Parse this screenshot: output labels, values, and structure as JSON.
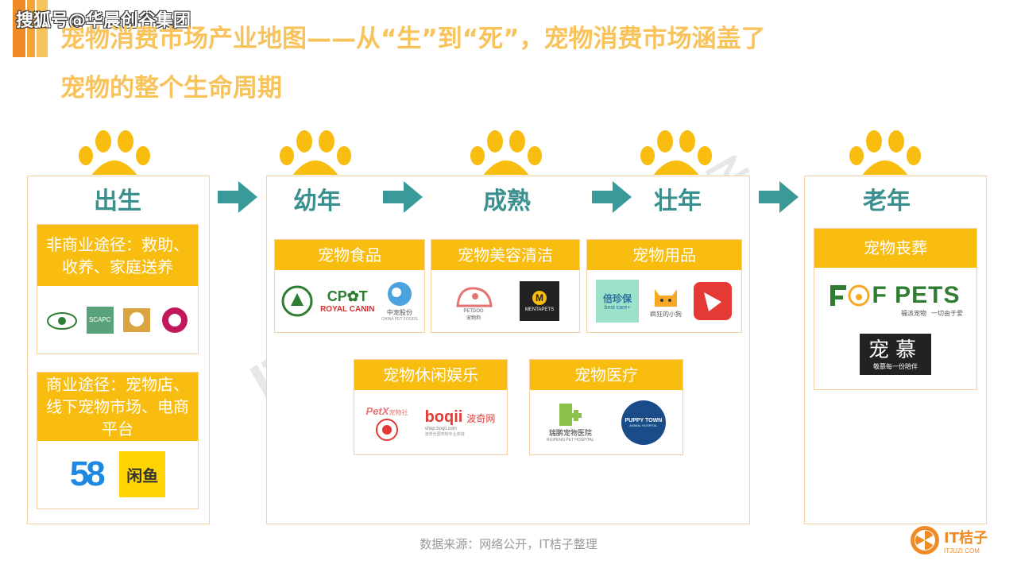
{
  "watermark_top": "搜狐号@华晨创谷集团",
  "title_line1": "宠物消费市场产业地图——从“生”到“死”，宠物消费市场涵盖了",
  "title_line2": "宠物的整个生命周期",
  "stages": [
    "出生",
    "幼年",
    "成熟",
    "壮年",
    "老年"
  ],
  "birth": {
    "noncommercial": "非商业途径：救助、收养、家庭送养",
    "commercial": "商业途径：宠物店、线下宠物市场、电商平台",
    "logo_scapc": "SCAPC",
    "logo_58": "58",
    "logo_xianyu": "闲鱼"
  },
  "categories": {
    "food": "宠物食品",
    "grooming": "宠物美容清洁",
    "supplies": "宠物用品",
    "leisure": "宠物休闲娱乐",
    "medical": "宠物医疗",
    "funeral": "宠物丧葬"
  },
  "logos": {
    "cpet": "CP✿T",
    "royal_canin": "ROYAL CANIN",
    "zhongchong": "中宠股份",
    "zhongchong_en": "CHINA PET FOODS",
    "petdog": "PETDOG",
    "petdog_cn": "宠物狗",
    "mentapets": "MENTAPETS",
    "beizhenbao": "倍珍保",
    "bestcare": "best care+",
    "crazy_dog": "疯狂的小狗",
    "petx": "PetX",
    "petx_cn": "宠物社",
    "boqii": "boqii",
    "boqii_cn": "波奇网",
    "boqii_url": "shop.boqii.com",
    "boqii_slogan": "波奇全国宠物专业商城",
    "ruipeng": "瑞鹏宠物医院",
    "ruipeng_en": "RUIPENG PET HOSPITAL",
    "puppy_town": "PUPPY TOWN",
    "puppy_town_sub": "ANIMAL HOSPITAL",
    "forpets": "F PETS",
    "forpets_sub": "福派宠物",
    "forpets_slogan": "一切由于爱",
    "chongmu": "宠慕",
    "chongmu_sub": "敬慕每一份陪伴"
  },
  "source": "数据来源：网络公开，IT桔子整理",
  "brand": {
    "name": "IT桔子",
    "url": "ITJUZI.COM",
    "watermark_cn": "IT桔子",
    "watermark_url": "ITJUZI.COM"
  },
  "colors": {
    "title": "#f7c35a",
    "paw": "#f9bd10",
    "header": "#f9bd10",
    "stage": "#3a8f8f",
    "arrow": "#3a9a9a",
    "frame": "#f6cfa3",
    "brand_orange": "#f08a24"
  }
}
